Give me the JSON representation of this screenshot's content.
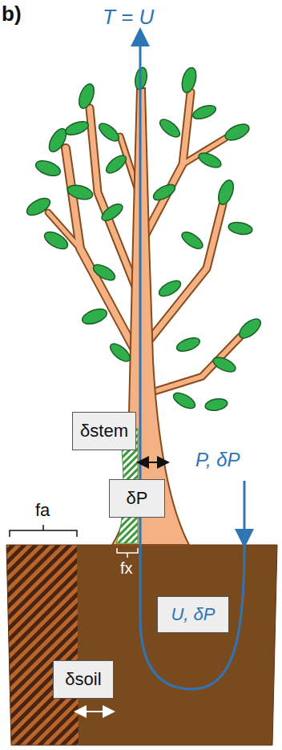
{
  "diagram": {
    "nodes": [
      {
        "text": [
          "δstem"
        ]
      },
      {
        "text": [
          "δP"
        ]
      },
      {
        "text": [
          "U, δP"
        ]
      },
      {
        "text": [
          "δsoil"
        ]
      }
    ],
    "labels": [
      "b)",
      "T = U",
      "P, δP",
      "fa",
      "fx"
    ]
  }
}
